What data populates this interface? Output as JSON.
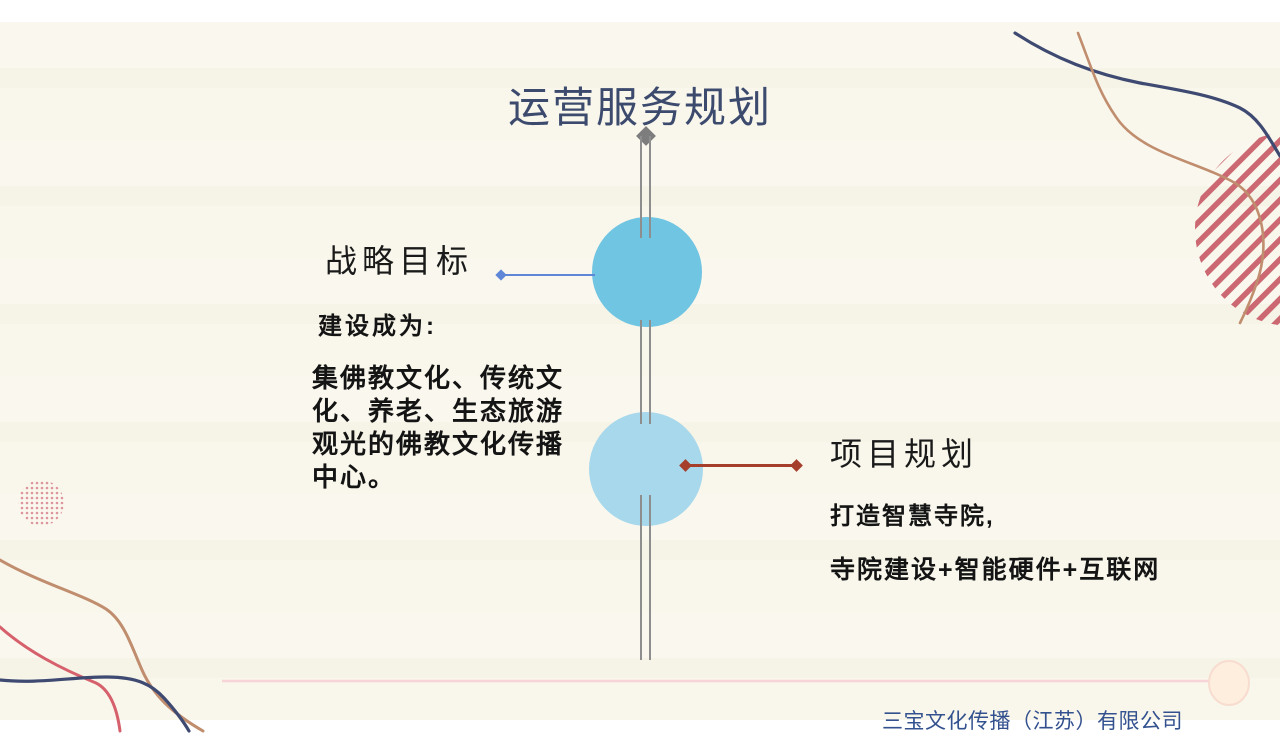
{
  "slide": {
    "title": "运营服务规划",
    "footer": "三宝文化传播（江苏）有限公司"
  },
  "timeline": {
    "arrow_icon": "diamond-arrow-up",
    "node_icons": [
      "circle-node",
      "circle-node"
    ],
    "items": [
      {
        "side": "left",
        "heading": "战略目标",
        "lead": "建设成为:",
        "body_lines": [
          "集佛教文化、传统文",
          "化、养老、生态旅游",
          "观光的佛教文化传播",
          "中心。"
        ]
      },
      {
        "side": "right",
        "heading": "项目规划",
        "lead": "打造智慧寺院,",
        "body_lines": [
          "寺院建设+智能硬件+互联网"
        ]
      }
    ]
  },
  "colors": {
    "background": "#f9f7ec",
    "top_strip": "#ffffff",
    "title_text": "#3c4a6e",
    "body_text": "#141414",
    "footer_text": "#33518f",
    "node_top": "#70c5e2",
    "node_bottom": "#a8d8ec",
    "timeline_gray": "#8e8e8e",
    "connector_left_blue": "#5f87d7",
    "connector_right_red": "#a63e2c",
    "separator_pink": "#f7d4d8",
    "stripe_circle_rose": "#cb6872",
    "curve_navy": "#3e4a71",
    "curve_tan": "#c08d6e",
    "curve_red": "#d6606b",
    "dotted_circle_pink": "#dd959e",
    "corner_circle_peach": "#fdeede"
  }
}
